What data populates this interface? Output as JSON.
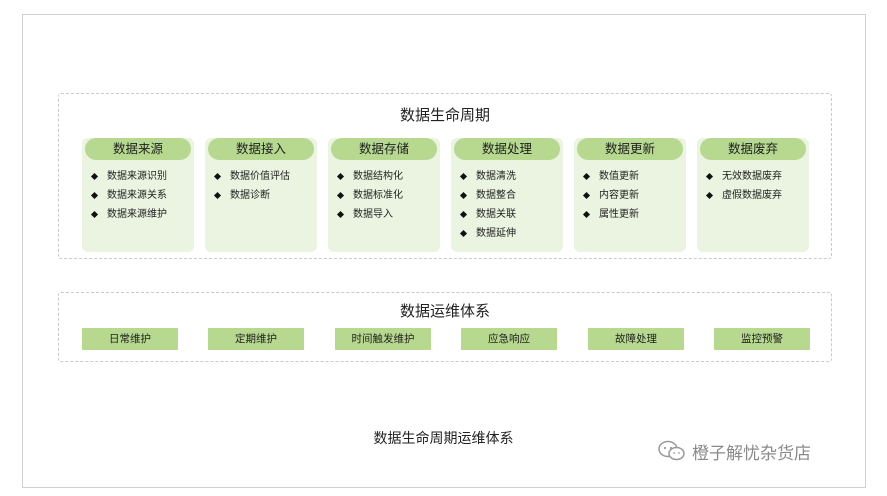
{
  "lifecycle": {
    "title": "数据生命周期",
    "stages": [
      {
        "label": "数据来源",
        "items": [
          "数据来源识别",
          "数据来源关系",
          "数据来源维护"
        ]
      },
      {
        "label": "数据接入",
        "items": [
          "数据价值评估",
          "数据诊断"
        ]
      },
      {
        "label": "数据存储",
        "items": [
          "数据结构化",
          "数据标准化",
          "数据导入"
        ]
      },
      {
        "label": "数据处理",
        "items": [
          "数据清洗",
          "数据整合",
          "数据关联",
          "数据延伸"
        ]
      },
      {
        "label": "数据更新",
        "items": [
          "数值更新",
          "内容更新",
          "属性更新"
        ]
      },
      {
        "label": "数据废弃",
        "items": [
          "无效数据废弃",
          "虚假数据废弃"
        ]
      }
    ]
  },
  "operations": {
    "title": "数据运维体系",
    "items": [
      "日常维护",
      "定期维护",
      "时间触发维护",
      "应急响应",
      "故障处理",
      "监控预警"
    ]
  },
  "caption": "数据生命周期运维体系",
  "watermark": {
    "text": "橙子解忧杂货店",
    "icon": "wechat-icon"
  },
  "colors": {
    "accent": "#b6d98f",
    "card_bg": "#eaf4e0",
    "border": "#c9c9c9"
  }
}
